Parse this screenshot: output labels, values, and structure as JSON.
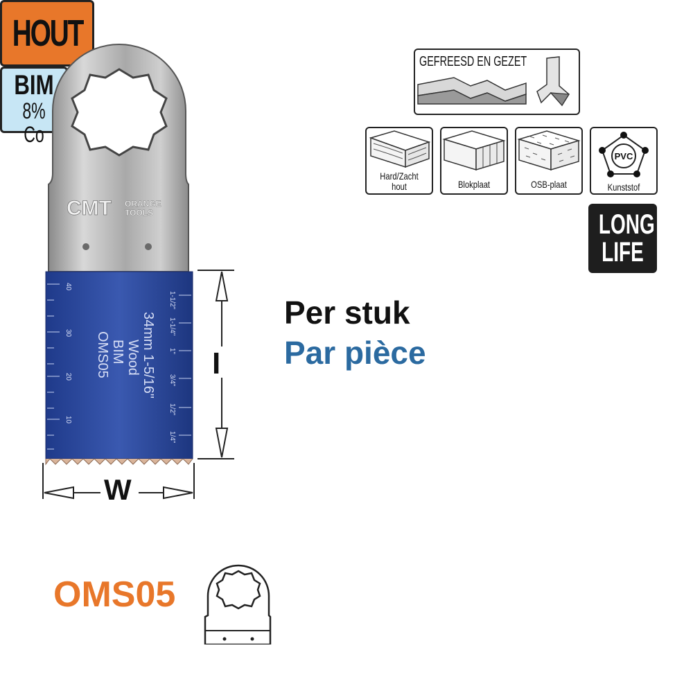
{
  "badges": {
    "hout": "HOUT",
    "gefreesd": "GEFREESD EN GEZET",
    "bim_line1": "BIM",
    "bim_line2": "8% Co",
    "long_line1": "LONG",
    "long_line2": "LIFE"
  },
  "materials": [
    {
      "line1": "Hard/Zacht",
      "line2": "hout"
    },
    {
      "line1": "Blokplaat",
      "line2": ""
    },
    {
      "line1": "OSB-plaat",
      "line2": ""
    },
    {
      "line1": "Kunststof",
      "line2": ""
    }
  ],
  "pvc": "PVC",
  "blade": {
    "brand": "CMT",
    "brand_sub1": "ORANGE",
    "brand_sub2": "TOOLS",
    "text1": "OMS05",
    "text2": "BIM",
    "text3": "Wood",
    "text4": "34mm 1-5/16\"",
    "mm_ticks": [
      "40",
      "30",
      "20",
      "10"
    ],
    "inch_ticks": [
      "1-1/2\"",
      "1-1/4\"",
      "1\"",
      "3/4\"",
      "1/2\"",
      "1/4\""
    ]
  },
  "dimensions": {
    "width_label": "W",
    "height_label": "I"
  },
  "price_nl": "Per stuk",
  "price_fr": "Par pièce",
  "product_code": "OMS05",
  "colors": {
    "orange": "#e8772a",
    "blue": "#2b6aa0",
    "blade_blue": "#2c4a9a"
  }
}
